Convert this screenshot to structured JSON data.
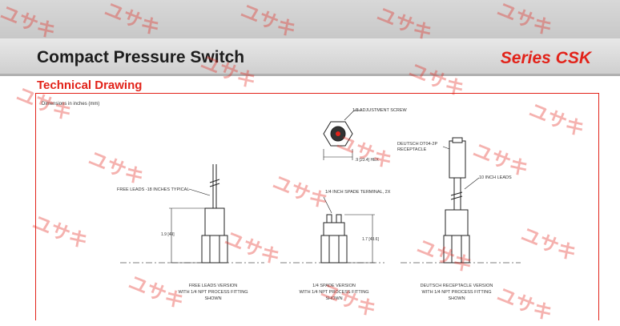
{
  "header": {
    "title": "Compact Pressure Switch",
    "series": "Series CSK"
  },
  "section": {
    "title": "Technical Drawing"
  },
  "drawing": {
    "units_note": "Dimensions in inches (mm)",
    "left": {
      "lead_label": "FREE LEADS -18 INCHES TYPICAL",
      "dim": "1.9 [49]",
      "caption_1": "FREE LEADS VERSION",
      "caption_2": "WITH 1/4 NPT PROCESS FITTING",
      "caption_3": "SHOWN"
    },
    "top": {
      "screw_label": "1/8 ADJUSTMENT SCREW",
      "hex_dim": ".9 [23.4] HEX"
    },
    "center": {
      "terminal_label": "1/4 INCH SPADE TERMINAL, 2X",
      "dim": "1.7 [43.6]",
      "caption_1": "1/4 SPADE VERSION",
      "caption_2": "WITH 1/4 NPT PROCESS FITTING",
      "caption_3": "SHOWN"
    },
    "right": {
      "connector_label_1": "DEUTSCH DT04-2P",
      "connector_label_2": "RECEPTACLE",
      "leads_label": "10 INCH LEADS",
      "caption_1": "DEUTSCH RECEPTACLE VERSION",
      "caption_2": "WITH 1/4 NPT PROCESS FITTING",
      "caption_3": "SHOWN"
    }
  },
  "watermark": {
    "text": "ユサキ"
  },
  "colors": {
    "accent": "#e2231a",
    "header_bg": "#d6d6d6"
  }
}
